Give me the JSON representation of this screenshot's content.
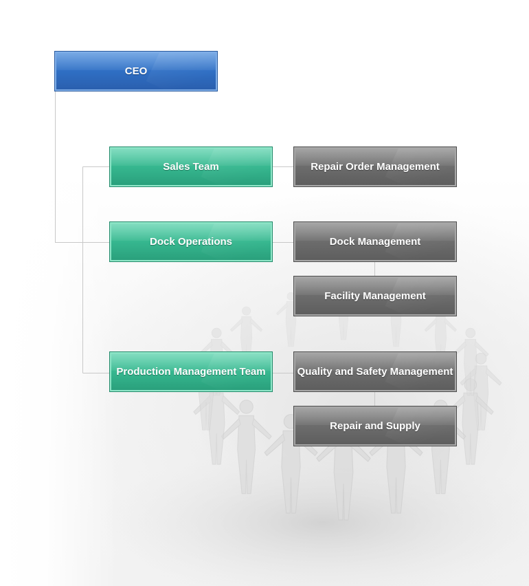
{
  "diagram": {
    "root": {
      "label": "CEO"
    },
    "departments": [
      {
        "label": "Sales Team",
        "units": [
          "Repair Order Management"
        ]
      },
      {
        "label": "Dock Operations",
        "units": [
          "Dock Management",
          "Facility Management"
        ]
      },
      {
        "label": "Production Management Team",
        "units": [
          "Quality and Safety Management",
          "Repair and Supply"
        ]
      }
    ]
  },
  "colors": {
    "root": "#2f6fc4",
    "department": "#36b78f",
    "unit": "#6c6c6c",
    "connector": "#c8c8c8"
  },
  "icons": {
    "background": "people-holding-hands-circle-icon"
  }
}
